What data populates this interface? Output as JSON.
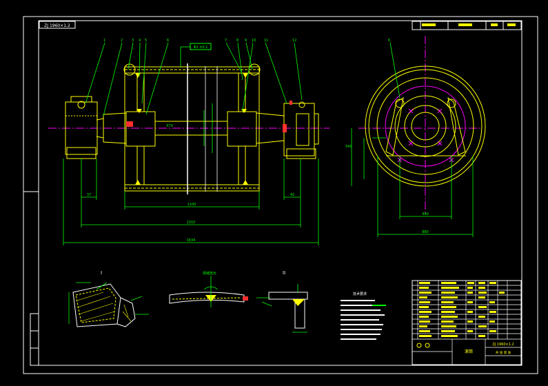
{
  "colors": {
    "background": "#000000",
    "frame": "#ffffff",
    "outline": "#ffff00",
    "dimension": "#00ff00",
    "centerline": "#ff00ff",
    "hatch": "#ffff00",
    "note": "#ffffff",
    "red": "#ff3030",
    "cyan": "#00ffff"
  },
  "drawing": {
    "stamp_top_left": "ZJ 1960×1.2",
    "top_box_label": "Φ1 ±0.1",
    "leader_numbers": [
      "1",
      "2",
      "3",
      "4",
      "5",
      "6",
      "7",
      "8",
      "9",
      "10",
      "11",
      "12"
    ],
    "dim_left_top": "37",
    "dim_right_top": "42",
    "dim_mid": "1100",
    "dim_long1": "1310",
    "dim_long2": "1634",
    "dim_center": "570",
    "dim_side_height": "540",
    "dim_side_bottom1": "440",
    "dim_side_bottom2": "880",
    "note_title": "技术要求",
    "detail_label_1": "I",
    "detail_label_2": "焊缝放大",
    "detail_label_3": "II",
    "title_block_name": "滚筒",
    "title_block_code": "ZJ 1960×1.2",
    "sheet_info": "共 张 第 张"
  }
}
